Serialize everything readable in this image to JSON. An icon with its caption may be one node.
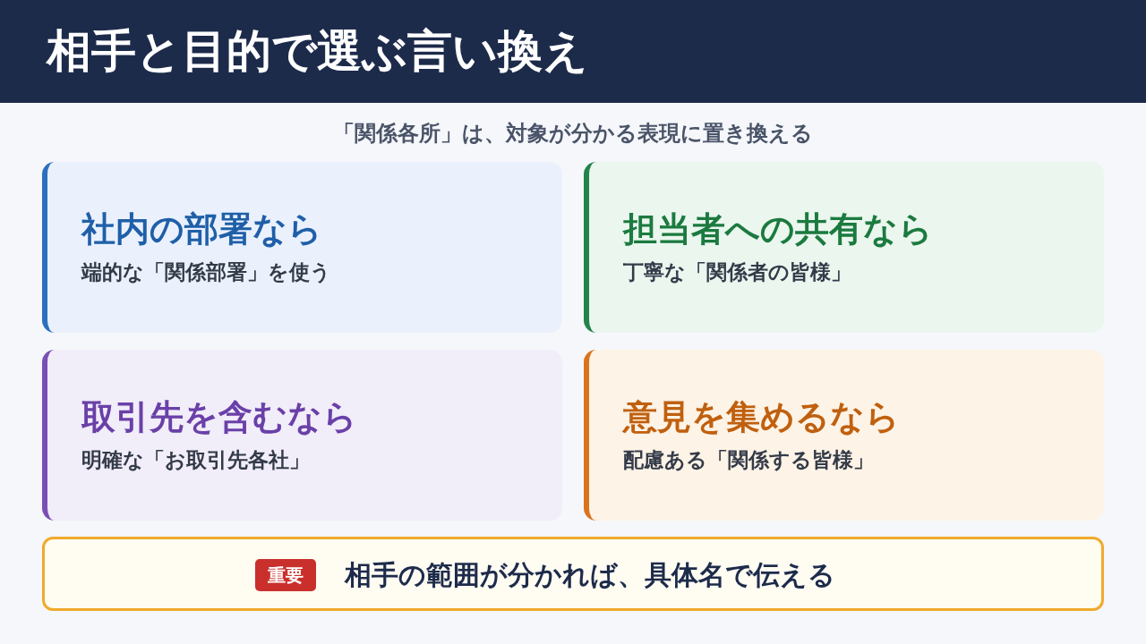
{
  "diagram": {
    "title": "相手と目的で選ぶ言い換え",
    "nodes": [
      {
        "text": [
          "社内の部署なら",
          "端的な「関係部署」を使う"
        ]
      },
      {
        "text": [
          "担当者への共有なら",
          "丁寧な「関係者の皆様」"
        ]
      },
      {
        "text": [
          "取引先を含むなら",
          "明確な「お取引先各社」"
        ]
      },
      {
        "text": [
          "意見を集めるなら",
          "配慮ある「関係する皆様」"
        ]
      },
      {
        "text": [
          "相手の範囲が分かれば、具体名で伝える"
        ]
      },
      {
        "text": [
          "重要"
        ],
        "in": 4
      }
    ],
    "edges": [],
    "labels": [
      "「関係各所」は、対象が分かる表現に置き換える"
    ]
  }
}
